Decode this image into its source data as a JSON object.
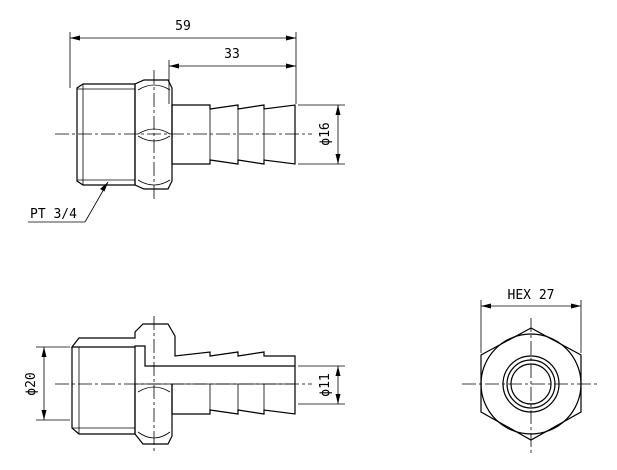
{
  "drawing": {
    "dimensions": {
      "overall_length": "59",
      "barb_length": "33",
      "barb_outer_diameter": "ϕ16",
      "thread_diameter": "ϕ20",
      "bore_diameter": "ϕ11",
      "hex_size": "HEX 27"
    },
    "callouts": {
      "thread_spec": "PT 3/4"
    }
  }
}
